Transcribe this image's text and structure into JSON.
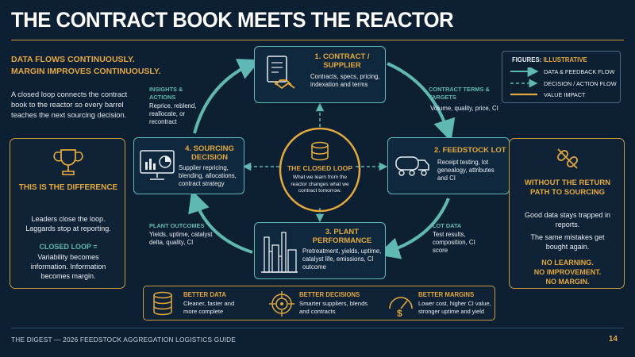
{
  "title": "THE CONTRACT BOOK MEETS THE REACTOR",
  "lead": {
    "heading_line1": "DATA FLOWS CONTINUOUSLY.",
    "heading_line2": "MARGIN IMPROVES CONTINUOUSLY.",
    "body": "A closed loop connects the contract book to the reactor so every barrel teaches the next sourcing decision."
  },
  "difference_card": {
    "heading": "THIS IS THE DIFFERENCE",
    "text": "Leaders close the loop. Laggards stop at reporting.",
    "closed_heading": "CLOSED LOOP =",
    "closed_text": "Variability becomes information. Information becomes margin."
  },
  "nodes": {
    "contract": {
      "title": "1. CONTRACT / SUPPLIER",
      "text": "Contracts, specs, pricing, indexation and terms"
    },
    "feedstock": {
      "title": "2. FEEDSTOCK LOT",
      "text": "Receipt testing, lot genealogy, attributes and CI"
    },
    "plant": {
      "title": "3. PLANT PERFORMANCE",
      "text": "Pretreatment, yields, uptime, catalyst life, emissions, CI outcome"
    },
    "sourcing": {
      "title": "4. SOURCING DECISION",
      "text": "Supplier repricing, blending, allocations, contract strategy"
    }
  },
  "center": {
    "title": "THE CLOSED LOOP",
    "text": "What we learn from the reactor changes what we contract tomorrow."
  },
  "flow_labels": {
    "contract_terms": {
      "heading": "CONTRACT TERMS & TARGETS",
      "text": "Volume, quality, price, CI"
    },
    "lot_data": {
      "heading": "LOT DATA",
      "text": "Test results, composition, CI score"
    },
    "plant_outcomes": {
      "heading": "PLANT OUTCOMES",
      "text": "Yields, uptime, catalyst delta, quality, CI"
    },
    "insights": {
      "heading": "INSIGHTS & ACTIONS",
      "text": "Reprice, reblend, reallocate, or recontract"
    }
  },
  "legend": {
    "title_prefix": "FIGURES:",
    "title_value": "ILLUSTRATIVE",
    "items": [
      {
        "label": "DATA & FEEDBACK FLOW"
      },
      {
        "label": "DECISION / ACTION FLOW"
      },
      {
        "label": "VALUE IMPACT"
      }
    ]
  },
  "no_return_card": {
    "heading": "WITHOUT THE RETURN PATH TO SOURCING",
    "text1": "Good data stays trapped in reports.",
    "text2": "The same mistakes get bought again.",
    "cap1": "NO LEARNING.",
    "cap2": "NO IMPROVEMENT.",
    "cap3": "NO MARGIN."
  },
  "value_strip": [
    {
      "title": "BETTER DATA",
      "text": "Cleaner, faster and more complete"
    },
    {
      "title": "BETTER DECISIONS",
      "text": "Smarter suppliers, blends and contracts"
    },
    {
      "title": "BETTER MARGINS",
      "text": "Lower cost, higher CI value, stronger uptime and yield"
    }
  ],
  "footer": "THE DIGEST — 2026 FEEDSTOCK AGGREGATION LOGISTICS GUIDE",
  "page_number": "14",
  "colors": {
    "background": "#0d1f33",
    "gold": "#e3a93d",
    "teal": "#5fb8b3"
  }
}
